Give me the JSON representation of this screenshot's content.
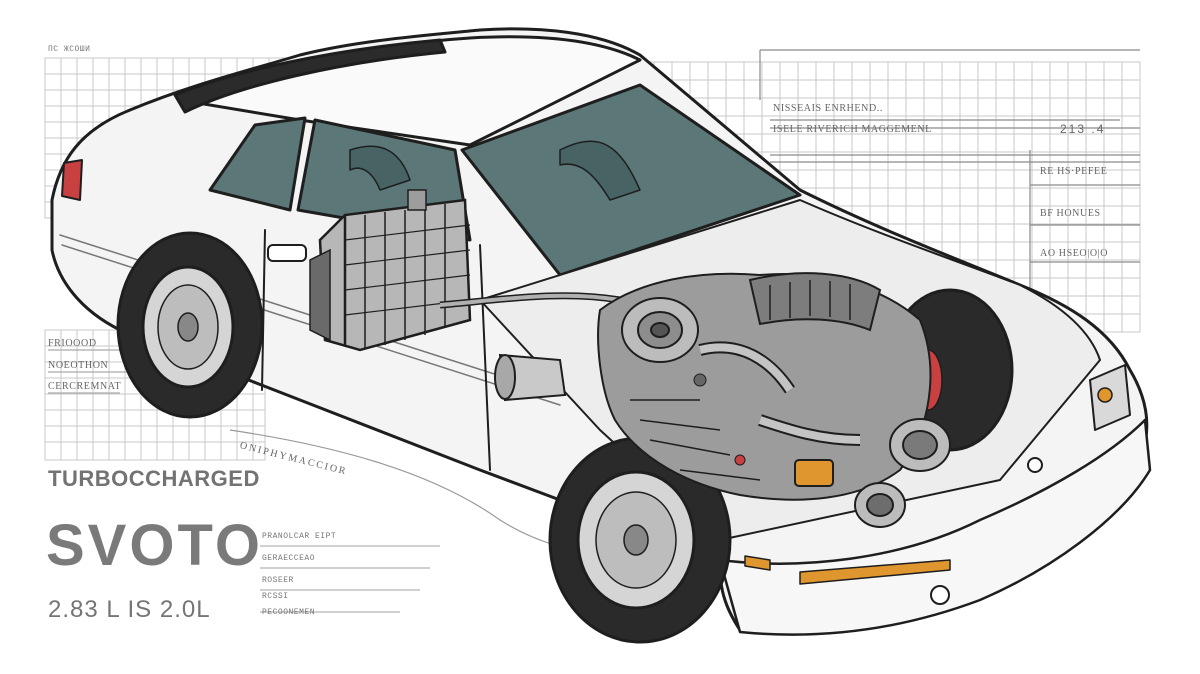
{
  "header": {
    "code": "ПС ЖСОШИ"
  },
  "panel": {
    "line1": "NISSEAIS ENRHEND..",
    "line2": "ISELE RIVERICH MAGGEMENL",
    "value": "213 .4",
    "spec1": "RE HS·PEFEE",
    "spec2": "BF HONUES",
    "spec3": "AO HSEO|O|O"
  },
  "left_labels": [
    "FRIOOOD",
    "NOEOTHON",
    "CERCREMNAT"
  ],
  "curve_label": "ONIPHYMACCIOR",
  "title": {
    "heading": "TURBOCCHARGED",
    "model": "SVOTO",
    "displacement": "2.83 L IS 2.0L"
  },
  "bottom_labels": [
    "PRANOLCAR EIPT",
    "GERAECCEAO",
    "ROSEER",
    "RCSSI",
    "PECOONEMEN"
  ],
  "colors": {
    "body": "#f4f4f4",
    "outline": "#1e1e1e",
    "glass": "#5b7777",
    "tire": "#2a2a2a",
    "engine": "#9c9c9c",
    "grid": "#c9c9c9",
    "accent_orange": "#e0962e",
    "accent_red": "#c94040"
  }
}
